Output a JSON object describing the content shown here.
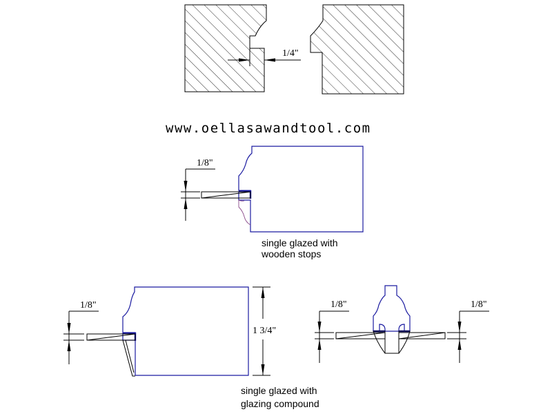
{
  "top_detail": {
    "dim_label": "1/4\""
  },
  "watermark": {
    "text": "www.oellasawandtool.com"
  },
  "middle_detail": {
    "dim_label": "1/8\"",
    "caption_line1": "single glazed with",
    "caption_line2": "wooden stops"
  },
  "bottom_left_detail": {
    "dim_label": "1/8\"",
    "height_label": "1 3/4\"",
    "caption_line1": "single glazed with",
    "caption_line2": "glazing compound"
  },
  "bottom_right_detail": {
    "dim_label_left": "1/8\"",
    "dim_label_right": "1/8\""
  },
  "colors": {
    "outline": "#1a1aa0",
    "line": "#000000",
    "stop": "#8a4a8a"
  }
}
